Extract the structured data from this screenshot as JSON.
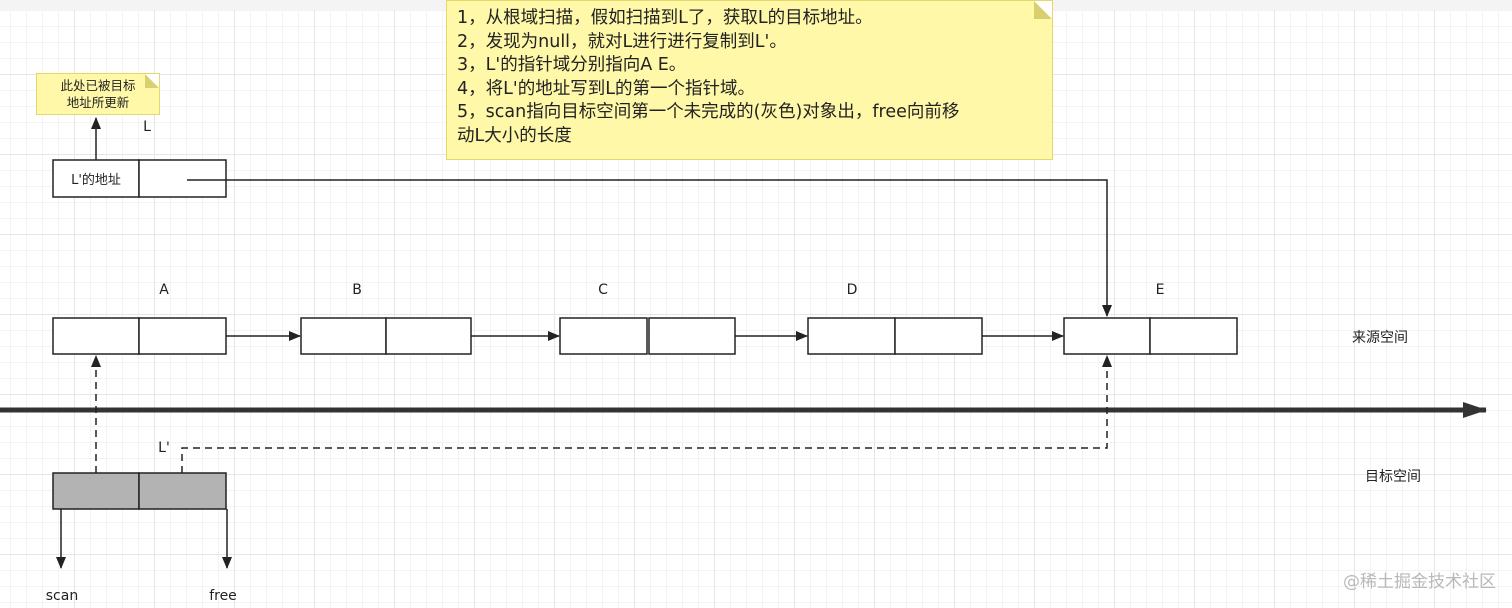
{
  "note": {
    "lines": [
      "1，从根域扫描，假如扫描到L了，获取L的目标地址。",
      "2，发现为null，就对L进行进行复制到L'。",
      "3，L'的指针域分别指向A E。",
      "4，将L'的地址写到L的第一个指针域。",
      "5，scan指向目标空间第一个未完成的(灰色)对象出，free向前移",
      "动L大小的长度"
    ]
  },
  "small_note": {
    "lines": [
      "此处已被目标",
      "地址所更新"
    ]
  },
  "node_L": {
    "label": "L",
    "field": "L'的地址"
  },
  "nodes": [
    {
      "id": "A",
      "label": "A"
    },
    {
      "id": "B",
      "label": "B"
    },
    {
      "id": "C",
      "label": "C"
    },
    {
      "id": "D",
      "label": "D"
    },
    {
      "id": "E",
      "label": "E"
    }
  ],
  "node_copy": {
    "label": "L'"
  },
  "spaces": {
    "from": "来源空间",
    "to": "目标空间"
  },
  "pointers": {
    "scan": "scan",
    "free": "free"
  },
  "watermark": "@稀土掘金技术社区",
  "colors": {
    "note_bg": "#fff8a8",
    "copy_fill": "#b3b3b3",
    "line": "#222222"
  }
}
